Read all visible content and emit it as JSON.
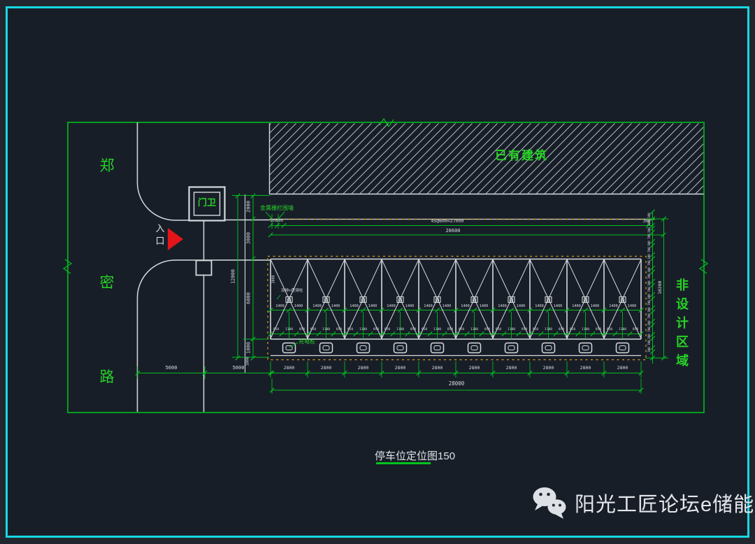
{
  "drawing": {
    "road_name_vertical": [
      "郑",
      "密",
      "路"
    ],
    "existing_building_label": "已有建筑",
    "guard_house_label": "门卫",
    "entrance_label_vertical": [
      "入",
      "口"
    ],
    "fence_label": "金属栅栏围墙",
    "non_design_area_vertical": [
      "非",
      "设",
      "计",
      "区",
      "域"
    ],
    "charging_pile_label": "充电桩",
    "column_note_label": "双排H型钢柱",
    "title_text": "停车位定位图",
    "title_scale": "150",
    "watermark_text": "阳光工匠论坛e储能"
  },
  "dimensions": {
    "left_total": "12000",
    "left_chain": [
      "2000",
      "3000",
      "6000",
      "1000"
    ],
    "west_offsets": [
      "5000",
      "5000"
    ],
    "bay_width": [
      "2800",
      "2800",
      "2800",
      "2800",
      "2800",
      "2800",
      "2800",
      "2800",
      "2800",
      "2800"
    ],
    "bottom_total": "28000",
    "mid_halves": [
      "1400",
      "1400"
    ],
    "lower_chain": [
      "850",
      "1100",
      "850"
    ],
    "fence_left": [
      "500",
      "500"
    ],
    "fence_spacing": "45@600=27000",
    "fence_right": "300",
    "fence_total": "28600",
    "right_chain": [
      "700",
      "300"
    ],
    "right_top": "300",
    "right_total": "10200",
    "brace_height": "3000"
  },
  "colors": {
    "border_cyan": "#16d9e3",
    "line_green": "#00bd1d",
    "text_green": "#27d127",
    "line_white": "#d6dade",
    "dash_yellow": "#d29e17",
    "entrance_red": "#e31518",
    "dim_text": "#d9dde3"
  }
}
